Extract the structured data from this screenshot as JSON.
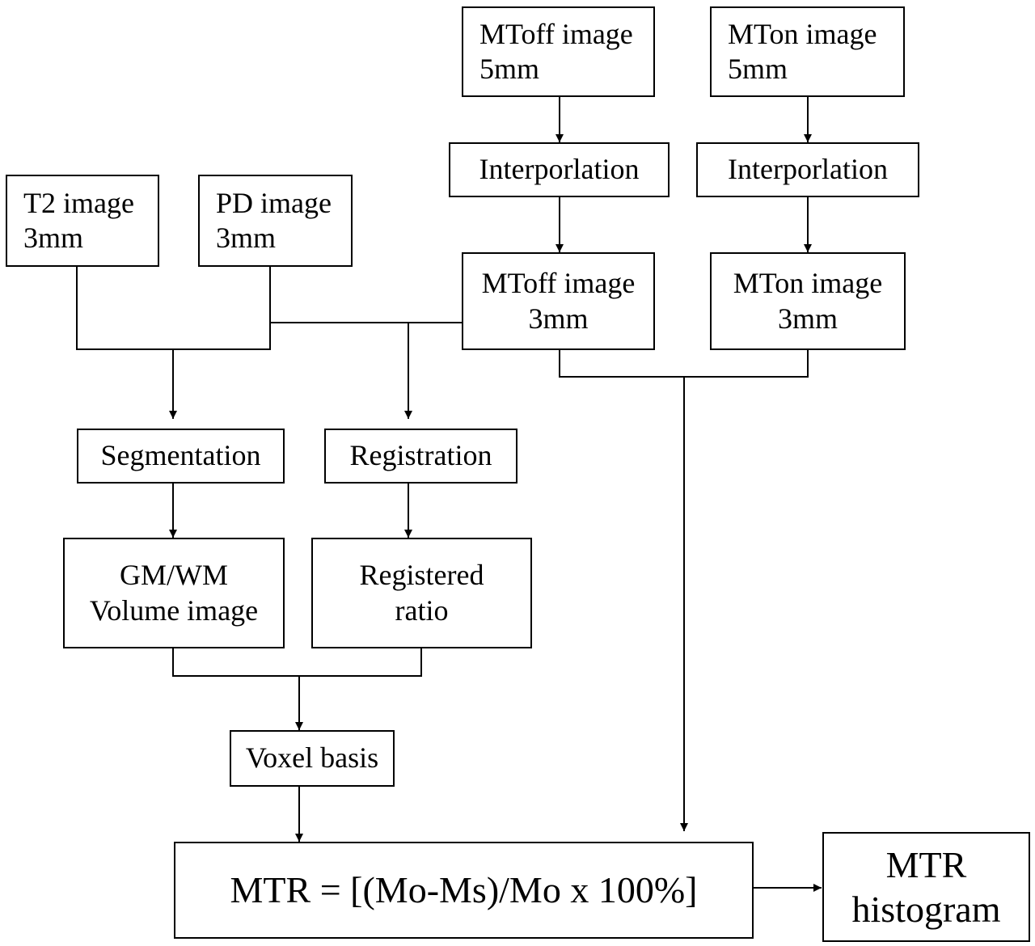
{
  "nodes": {
    "mtoff_5mm": {
      "lines": [
        "MToff image",
        "5mm"
      ]
    },
    "mton_5mm": {
      "lines": [
        "MTon image",
        "5mm"
      ]
    },
    "interp_off": {
      "lines": [
        "Interporlation"
      ]
    },
    "interp_on": {
      "lines": [
        "Interporlation"
      ]
    },
    "t2_image": {
      "lines": [
        "T2 image",
        "3mm"
      ]
    },
    "pd_image": {
      "lines": [
        "PD image",
        "3mm"
      ]
    },
    "mtoff_3mm": {
      "lines": [
        "MToff image",
        "3mm"
      ]
    },
    "mton_3mm": {
      "lines": [
        "MTon image",
        "3mm"
      ]
    },
    "segmentation": {
      "lines": [
        "Segmentation"
      ]
    },
    "registration": {
      "lines": [
        "Registration"
      ]
    },
    "gmwm_volume": {
      "lines": [
        "GM/WM",
        "Volume image"
      ]
    },
    "registered_ratio": {
      "lines": [
        "Registered",
        "ratio"
      ]
    },
    "voxel_basis": {
      "lines": [
        "Voxel basis"
      ]
    },
    "mtr_formula": {
      "lines": [
        "MTR = [(Mo-Ms)/Mo x 100%]"
      ]
    },
    "mtr_histogram": {
      "lines": [
        "MTR",
        "histogram"
      ]
    }
  }
}
